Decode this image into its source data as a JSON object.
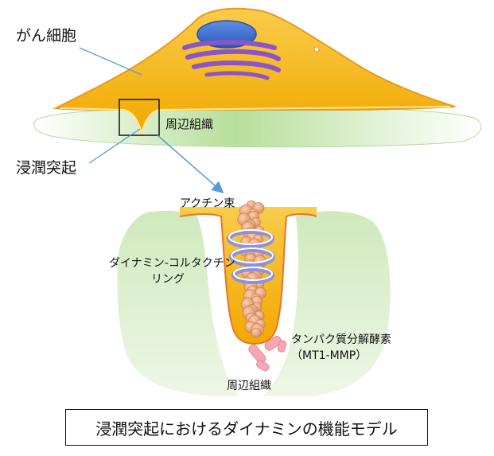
{
  "labels": {
    "cancer_cell": "がん細胞",
    "surrounding_tissue_top": "周辺組織",
    "invadopodium": "浸潤突起",
    "actin_bundle": "アクチン束",
    "dynamin_ring_line1": "ダイナミン-コルタクチン",
    "dynamin_ring_line2": "リング",
    "protease_line1": "タンパク質分解酵素",
    "protease_line2": "（MT1-MMP）",
    "surrounding_tissue_bottom": "周辺組織"
  },
  "caption": "浸潤突起におけるダイナミンの機能モデル",
  "colors": {
    "cell_fill": "#f7b400",
    "tissue_green": "#bfe3a8",
    "nucleus": "#3c6fd0",
    "golgi": "#8a55c8",
    "actin": "#e8a070",
    "ring": "#8c90e0",
    "mmp": "#f4a8b4",
    "pointer": "#5b9bd5"
  }
}
